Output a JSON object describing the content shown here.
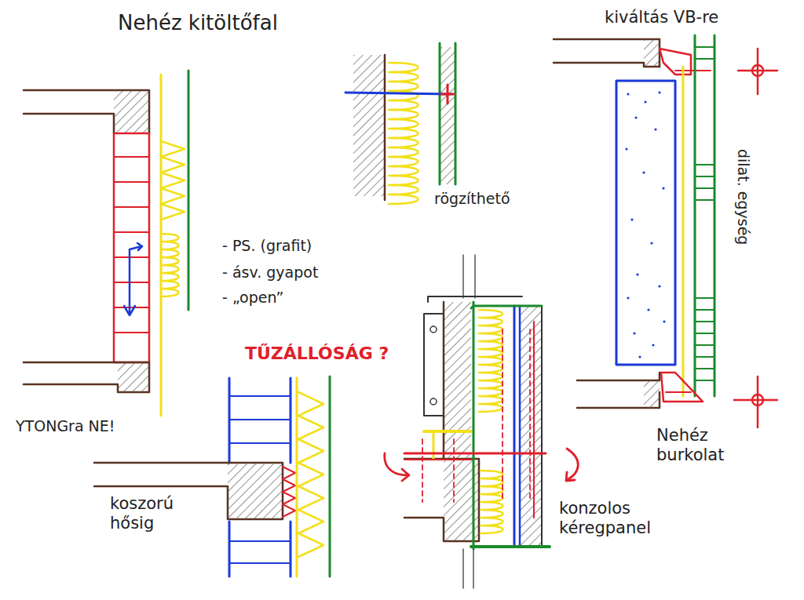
{
  "diagram": {
    "title": "Nehéz kitöltőfal",
    "labels": [
      "kiváltás VB-re",
      "rögzíthető",
      "- PS. (grafit)",
      "- ásv. gyapot",
      "- „open”",
      "TŰZÁLLÓSÁG ?",
      "YTONGra NE!",
      "koszorú hősig",
      "konzolos kéregpanel",
      "dilat. egység",
      "Nehéz burkolat"
    ]
  }
}
